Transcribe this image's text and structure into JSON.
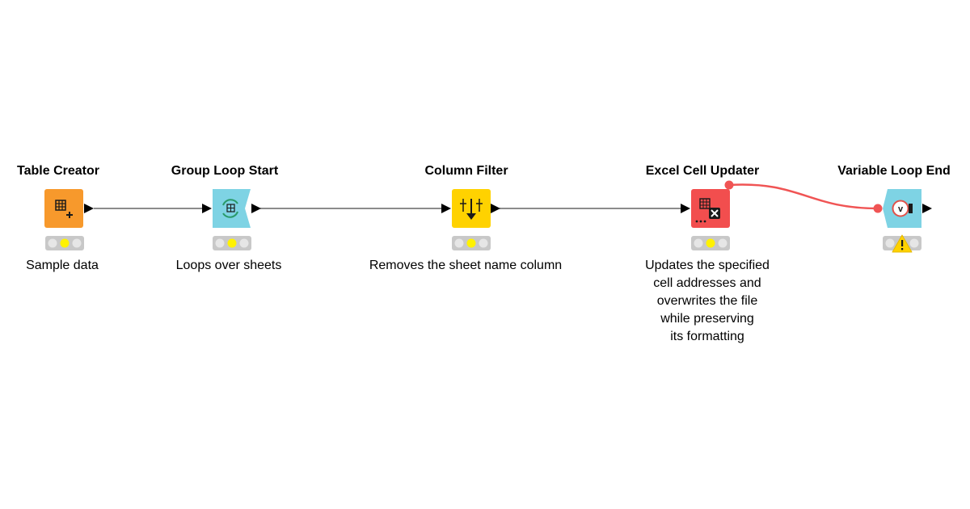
{
  "colors": {
    "manipulator": "#F7992C",
    "loop": "#7ED3E4",
    "filter": "#FFD200",
    "writer": "#F24E4E",
    "connection": "#8c8c8c",
    "variable_connection": "#F05454",
    "status_on": "#FFF200",
    "status_off": "#E6E6E6",
    "warning": "#FFD200"
  },
  "nodes": [
    {
      "id": "table-creator",
      "title": "Table Creator",
      "label_lines": [
        "Sample data"
      ],
      "icon": "table-grid-plus-icon",
      "status": [
        "off",
        "on",
        "off"
      ]
    },
    {
      "id": "group-loop-start",
      "title": "Group Loop Start",
      "label_lines": [
        "Loops over sheets"
      ],
      "icon": "loop-grid-icon",
      "status": [
        "off",
        "on",
        "off"
      ]
    },
    {
      "id": "column-filter",
      "title": "Column Filter",
      "label_lines": [
        "Removes the sheet name column"
      ],
      "icon": "column-filter-icon",
      "status": [
        "off",
        "on",
        "off"
      ]
    },
    {
      "id": "excel-cell-updater",
      "title": "Excel Cell Updater",
      "label_lines": [
        "Updates the specified",
        "cell addresses and",
        "overwrites the file",
        "while preserving",
        "its formatting"
      ],
      "icon": "excel-updater-icon",
      "status": [
        "off",
        "on",
        "off"
      ]
    },
    {
      "id": "variable-loop-end",
      "title": "Variable Loop End",
      "label_lines": [],
      "icon": "variable-loop-end-icon",
      "status": [
        "off",
        "off",
        "off"
      ],
      "warning": true
    }
  ]
}
